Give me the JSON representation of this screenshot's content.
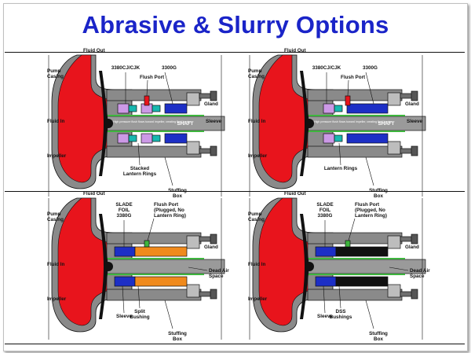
{
  "slide": {
    "title": "Abrasive & Slurry Options"
  },
  "panels": [
    {
      "id": "top-left",
      "variant": "stacked",
      "labels": {
        "fluid_out": "Fluid Out",
        "pump_casing": "Pump\nCasing",
        "seal_a": "3380CJ/CJK",
        "seal_b": "3300G",
        "flush_port": "Flush Port",
        "gland": "Gland",
        "sleeve": "Sleeve",
        "fluid_in": "Fluid In",
        "impeller": "Impeller",
        "bottom_mid": "Stacked\nLantern Rings",
        "bottom_right": "Stuffing\nBox",
        "shaft": "SHAFT",
        "shaft_note": "High pressure flush flows toward impeller, creating fluid barrier"
      }
    },
    {
      "id": "top-right",
      "variant": "single",
      "labels": {
        "fluid_out": "Fluid Out",
        "pump_casing": "Pump\nCasing",
        "seal_a": "3380CJ/CJK",
        "seal_b": "3300G",
        "flush_port": "Flush Port",
        "gland": "Gland",
        "sleeve": "Sleeve",
        "fluid_in": "Fluid In",
        "impeller": "Impeller",
        "bottom_mid": "Lantern Rings",
        "bottom_right": "Stuffing\nBox",
        "shaft": "SHAFT",
        "shaft_note": "High pressure flush flows toward impeller, creating fluid barrier"
      }
    },
    {
      "id": "bottom-left",
      "variant": "split",
      "labels": {
        "fluid_out": "Fluid Out",
        "pump_casing": "Pump\nCasing",
        "seal_a": "SLADE\nFOIL\n3380G",
        "flush_port": "Flush Port\n(Plugged, No\nLantern Ring)",
        "gland": "Gland",
        "dead_air": "Dead Air\nSpace",
        "fluid_in": "Fluid In",
        "impeller": "Impeller",
        "sleeve": "Sleeve",
        "bottom_mid": "Split\nBushing",
        "bottom_right": "Stuffing\nBox"
      }
    },
    {
      "id": "bottom-right",
      "variant": "dss",
      "labels": {
        "fluid_out": "Fluid Out",
        "pump_casing": "Pump\nCasing",
        "seal_a": "SLADE\nFOIL\n3380G",
        "flush_port": "Flush Port\n(Plugged, No\nLantern Ring)",
        "gland": "Gland",
        "dead_air": "Dead Air\nSpace",
        "fluid_in": "Fluid In",
        "impeller": "Impeller",
        "sleeve": "Sleeve",
        "bottom_mid": "DSS\nBushings",
        "bottom_right": "Stuffing\nBox"
      }
    }
  ],
  "colors": {
    "title": "#1a24c8",
    "casing": "#8a8a8a",
    "fluid": "#e8141c",
    "packing": "#1d2fc6",
    "lantern": "#cc99e6",
    "flush_part": "#18b8b0",
    "split_bushing": "#f08a1c",
    "dss_bushing": "#111111",
    "sleeve": "#3db53d",
    "shaft": "#9a9a9a",
    "gland": "#bdbdbd",
    "bolt": "#6f6f6f"
  }
}
